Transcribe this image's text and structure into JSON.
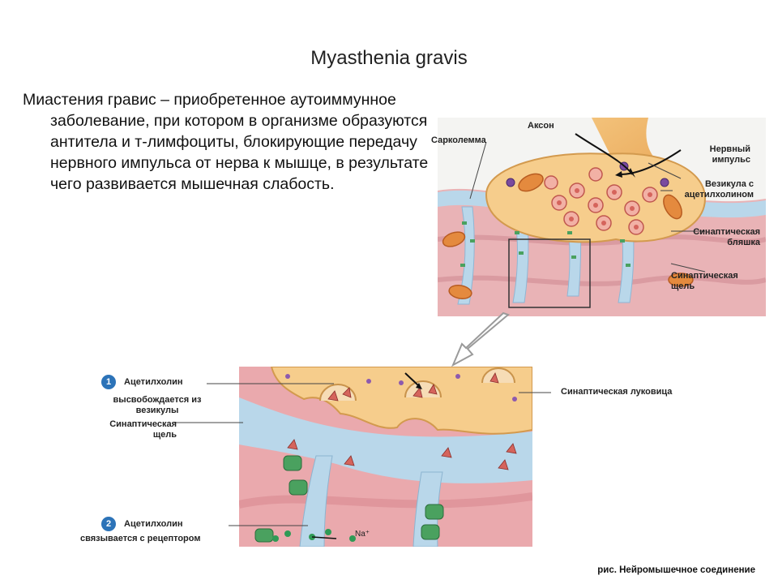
{
  "slide": {
    "title": "Myasthenia gravis",
    "description": "Миастения гравис – приобретенное аутоиммунное заболевание, при котором в организме образуются антитела и т-лимфоциты, блокирующие передачу нервного импульса от нерва к мышце, в результате чего развивается мышечная слабость.",
    "caption": "рис. Нейромышечное соединение"
  },
  "top_diagram": {
    "labels": {
      "axon": "Аксон",
      "sarcolemma": "Сарколемма",
      "nerve_impulse": "Нервный импульс",
      "vesicle": "Везикула с ацетилхолином",
      "synaptic_plaque": "Синаптическая бляшка",
      "synaptic_cleft": "Синаптическая щель"
    }
  },
  "bottom_diagram": {
    "step1_number": "1",
    "step1_title": "Ацетилхолин",
    "step1_text": "высвобождается из везикулы",
    "synaptic_cleft": "Синаптическая щель",
    "synaptic_bulb": "Синаптическая луковица",
    "step2_number": "2",
    "step2_title": "Ацетилхолин",
    "step2_text": "связывается с рецептором",
    "ion": "Na⁺"
  },
  "colors": {
    "muscle": "#e9b3b6",
    "terminal": "#f6cd8c",
    "cleft": "#b9d7ea",
    "receptor": "#4aa15f",
    "vesicle": "#d5645c",
    "step_badge": "#2c73b8"
  }
}
